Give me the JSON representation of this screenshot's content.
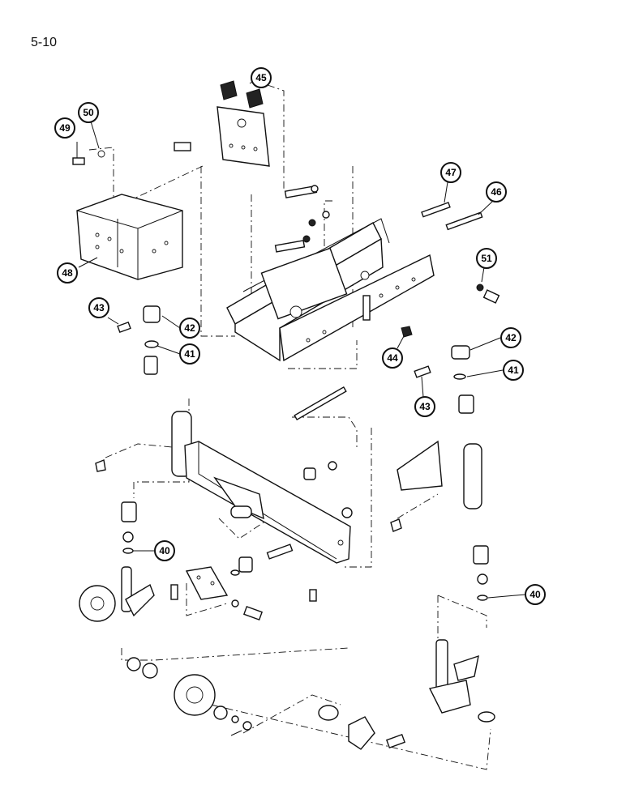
{
  "page_number": "5-10",
  "callouts": [
    {
      "id": "c45a",
      "label": "45"
    },
    {
      "id": "c49",
      "label": "49"
    },
    {
      "id": "c50",
      "label": "50"
    },
    {
      "id": "c48",
      "label": "48"
    },
    {
      "id": "c47",
      "label": "47"
    },
    {
      "id": "c46",
      "label": "46"
    },
    {
      "id": "c51",
      "label": "51"
    },
    {
      "id": "c43a",
      "label": "43"
    },
    {
      "id": "c42a",
      "label": "42"
    },
    {
      "id": "c41a",
      "label": "41"
    },
    {
      "id": "c44",
      "label": "44"
    },
    {
      "id": "c42b",
      "label": "42"
    },
    {
      "id": "c41b",
      "label": "41"
    },
    {
      "id": "c43b",
      "label": "43"
    },
    {
      "id": "c40a",
      "label": "40"
    },
    {
      "id": "c40b",
      "label": "40"
    }
  ]
}
